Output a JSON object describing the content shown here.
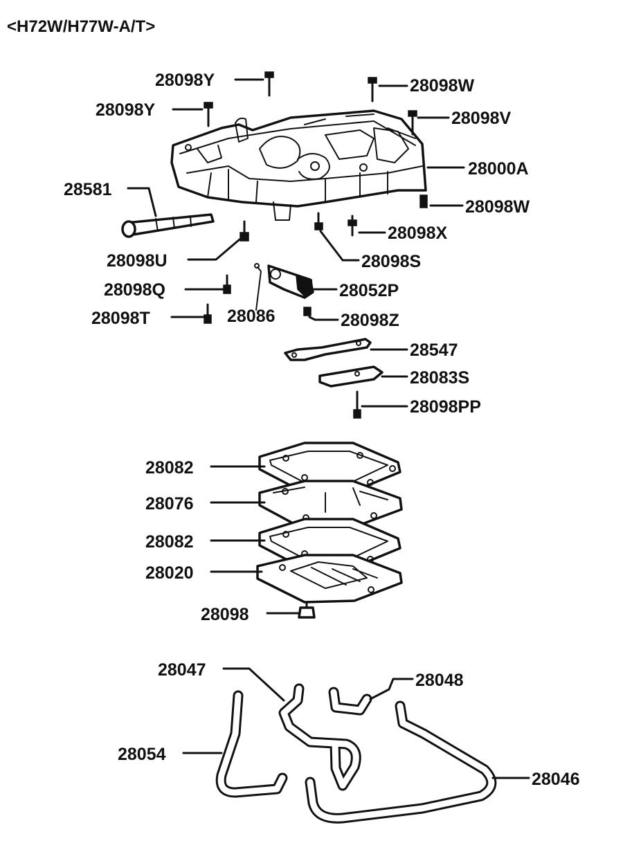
{
  "title": "<H72W/H77W-A/T>",
  "parts": [
    {
      "id": "p01",
      "label": "28098Y"
    },
    {
      "id": "p02",
      "label": "28098W"
    },
    {
      "id": "p03",
      "label": "28098Y"
    },
    {
      "id": "p04",
      "label": "28098V"
    },
    {
      "id": "p05",
      "label": "28000A"
    },
    {
      "id": "p06",
      "label": "28581"
    },
    {
      "id": "p07",
      "label": "28098W"
    },
    {
      "id": "p08",
      "label": "28098X"
    },
    {
      "id": "p09",
      "label": "28098U"
    },
    {
      "id": "p10",
      "label": "28098S"
    },
    {
      "id": "p11",
      "label": "28098Q"
    },
    {
      "id": "p12",
      "label": "28052P"
    },
    {
      "id": "p13",
      "label": "28098T"
    },
    {
      "id": "p14",
      "label": "28086"
    },
    {
      "id": "p15",
      "label": "28098Z"
    },
    {
      "id": "p16",
      "label": "28547"
    },
    {
      "id": "p17",
      "label": "28083S"
    },
    {
      "id": "p18",
      "label": "28098PP"
    },
    {
      "id": "p19",
      "label": "28082"
    },
    {
      "id": "p20",
      "label": "28076"
    },
    {
      "id": "p21",
      "label": "28082"
    },
    {
      "id": "p22",
      "label": "28020"
    },
    {
      "id": "p23",
      "label": "28098"
    },
    {
      "id": "p24",
      "label": "28047"
    },
    {
      "id": "p25",
      "label": "28048"
    },
    {
      "id": "p26",
      "label": "28054"
    },
    {
      "id": "p27",
      "label": "28046"
    }
  ]
}
